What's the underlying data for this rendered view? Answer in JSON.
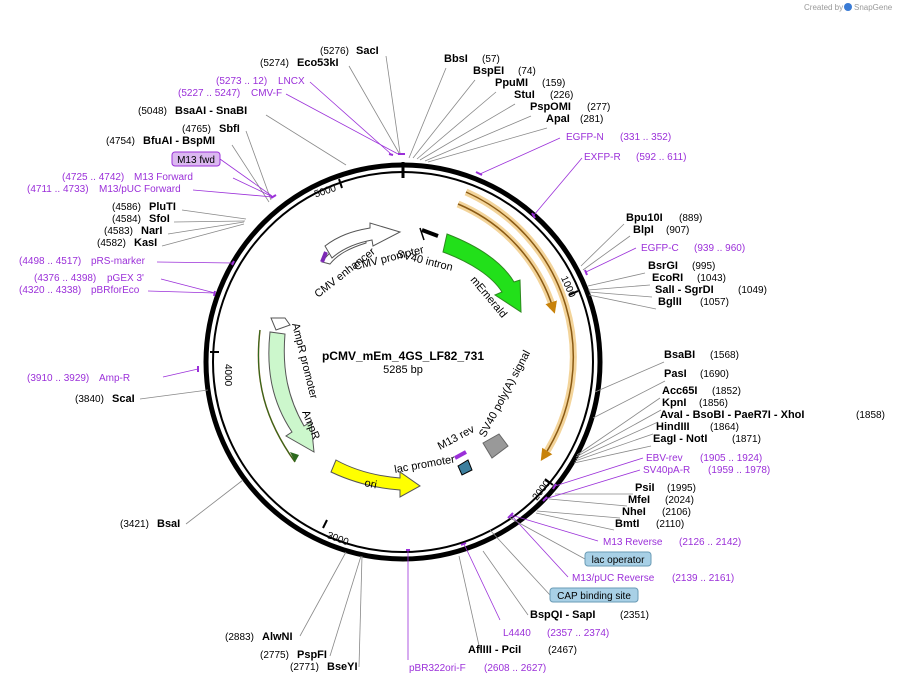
{
  "watermark": {
    "prefix": "Created by",
    "brand": "SnapGene"
  },
  "plasmid": {
    "name": "pCMV_mEm_4GS_LF82_731",
    "length": "5285 bp"
  },
  "ticks": [
    "1000",
    "2000",
    "3000",
    "4000",
    "5000"
  ],
  "features": {
    "cmv_enhancer": "CMV enhancer",
    "cmv_promoter": "CMV promoter",
    "sv40_intron": "SV40 intron",
    "memerald": "mEmerald",
    "sv40_polya": "SV40 poly(A) signal",
    "m13_rev": "M13 rev",
    "lac_promoter": "lac promoter",
    "ori": "ori",
    "ampr": "AmpR",
    "ampr_promoter": "AmpR promoter"
  },
  "boxes": {
    "m13_fwd": "M13 fwd",
    "lac_operator": "lac operator",
    "cap_site": "CAP binding site"
  },
  "sites_right": [
    {
      "name": "BbsI",
      "pos": "(57)"
    },
    {
      "name": "BspEI",
      "pos": "(74)"
    },
    {
      "name": "PpuMI",
      "pos": "(159)"
    },
    {
      "name": "StuI",
      "pos": "(226)"
    },
    {
      "name": "PspOMI",
      "pos": "(277)"
    },
    {
      "name": "ApaI",
      "pos": "(281)"
    },
    {
      "name": "Bpu10I",
      "pos": "(889)"
    },
    {
      "name": "BlpI",
      "pos": "(907)"
    },
    {
      "name": "BsrGI",
      "pos": "(995)"
    },
    {
      "name": "EcoRI",
      "pos": "(1043)"
    },
    {
      "name": "SalI - SgrDI",
      "pos": "(1049)"
    },
    {
      "name": "BglII",
      "pos": "(1057)"
    },
    {
      "name": "BsaBI",
      "pos": "(1568)"
    },
    {
      "name": "PasI",
      "pos": "(1690)"
    },
    {
      "name": "Acc65I",
      "pos": "(1852)"
    },
    {
      "name": "KpnI",
      "pos": "(1856)"
    },
    {
      "name": "AvaI - BsoBI - PaeR7I - XhoI",
      "pos": "(1858)"
    },
    {
      "name": "HindIII",
      "pos": "(1864)"
    },
    {
      "name": "EagI - NotI",
      "pos": "(1871)"
    },
    {
      "name": "PsiI",
      "pos": "(1995)"
    },
    {
      "name": "MfeI",
      "pos": "(2024)"
    },
    {
      "name": "NheI",
      "pos": "(2106)"
    },
    {
      "name": "BmtI",
      "pos": "(2110)"
    },
    {
      "name": "BspQI - SapI",
      "pos": "(2351)"
    },
    {
      "name": "AflIII - PciI",
      "pos": "(2467)"
    }
  ],
  "sites_left": [
    {
      "name": "SacI",
      "pos": "(5276)"
    },
    {
      "name": "Eco53kI",
      "pos": "(5274)"
    },
    {
      "name": "BsaAI - SnaBI",
      "pos": "(5048)"
    },
    {
      "name": "SbfI",
      "pos": "(4765)"
    },
    {
      "name": "BfuAI - BspMI",
      "pos": "(4754)"
    },
    {
      "name": "PluTI",
      "pos": "(4586)"
    },
    {
      "name": "SfoI",
      "pos": "(4584)"
    },
    {
      "name": "NarI",
      "pos": "(4583)"
    },
    {
      "name": "KasI",
      "pos": "(4582)"
    },
    {
      "name": "ScaI",
      "pos": "(3840)"
    },
    {
      "name": "BsaI",
      "pos": "(3421)"
    },
    {
      "name": "AlwNI",
      "pos": "(2883)"
    },
    {
      "name": "PspFI",
      "pos": "(2775)"
    },
    {
      "name": "BseYI",
      "pos": "(2771)"
    }
  ],
  "primers": [
    {
      "name": "LNCX",
      "pos": "(5273 .. 12)"
    },
    {
      "name": "CMV-F",
      "pos": "(5227 .. 5247)"
    },
    {
      "name": "EGFP-N",
      "pos": "(331 .. 352)"
    },
    {
      "name": "EXFP-R",
      "pos": "(592 .. 611)"
    },
    {
      "name": "EGFP-C",
      "pos": "(939 .. 960)"
    },
    {
      "name": "M13 Forward",
      "pos": "(4725 .. 4742)"
    },
    {
      "name": "M13/pUC Forward",
      "pos": "(4711 .. 4733)"
    },
    {
      "name": "pRS-marker",
      "pos": "(4498 .. 4517)"
    },
    {
      "name": "pGEX 3'",
      "pos": "(4376 .. 4398)"
    },
    {
      "name": "pBRforEco",
      "pos": "(4320 .. 4338)"
    },
    {
      "name": "Amp-R",
      "pos": "(3910 .. 3929)"
    },
    {
      "name": "EBV-rev",
      "pos": "(1905 .. 1924)"
    },
    {
      "name": "SV40pA-R",
      "pos": "(1959 .. 1978)"
    },
    {
      "name": "M13 Reverse",
      "pos": "(2126 .. 2142)"
    },
    {
      "name": "M13/pUC Reverse",
      "pos": "(2139 .. 2161)"
    },
    {
      "name": "L4440",
      "pos": "(2357 .. 2374)"
    },
    {
      "name": "pBR322ori-F",
      "pos": "(2608 .. 2627)"
    }
  ],
  "colors": {
    "primer": "#9b30d9",
    "memerald": "#22e01a",
    "ori": "#ffff00",
    "ampr": "#ccf7cc",
    "orange": "#e8a33a",
    "box_purple": "#dbb8f0",
    "box_blue": "#a8d0e6"
  }
}
